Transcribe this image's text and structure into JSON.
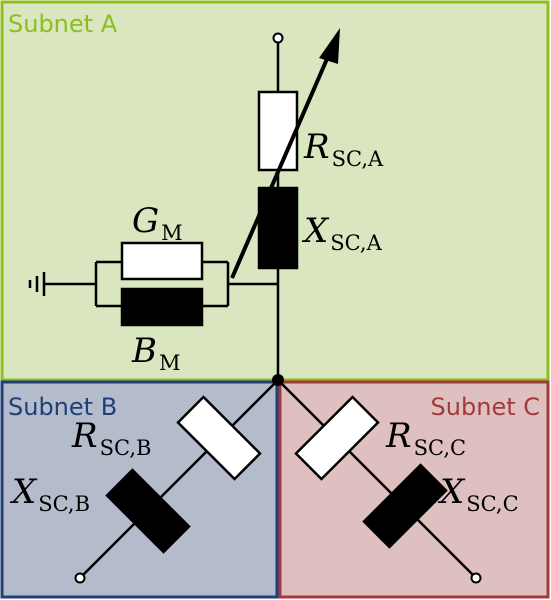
{
  "subnets": {
    "a": {
      "label": "Subnet A",
      "fill": "#d9e6bf",
      "stroke": "#8cbf1e",
      "text_color": "#8cbf1e"
    },
    "b": {
      "label": "Subnet B",
      "fill": "#b4bccc",
      "stroke": "#1f3f7a",
      "text_color": "#1f3f7a"
    },
    "c": {
      "label": "Subnet C",
      "fill": "#dfc0c0",
      "stroke": "#a33a3a",
      "text_color": "#a33a3a"
    }
  },
  "components": {
    "r_sc_a": {
      "symbol": "R",
      "subscript": "SC,A"
    },
    "x_sc_a": {
      "symbol": "X",
      "subscript": "SC,A"
    },
    "g_m": {
      "symbol": "G",
      "subscript": "M"
    },
    "b_m": {
      "symbol": "B",
      "subscript": "M"
    },
    "r_sc_b": {
      "symbol": "R",
      "subscript": "SC,B"
    },
    "x_sc_b": {
      "symbol": "X",
      "subscript": "SC,B"
    },
    "r_sc_c": {
      "symbol": "R",
      "subscript": "SC,C"
    },
    "x_sc_c": {
      "symbol": "X",
      "subscript": "SC,C"
    }
  },
  "colors": {
    "resistor_fill": "#ffffff",
    "reactor_fill": "#000000",
    "wire": "#000000"
  },
  "icons": {
    "ground": "ground-icon",
    "terminal": "terminal-node-icon",
    "variable_arrow": "variable-arrow-icon"
  }
}
